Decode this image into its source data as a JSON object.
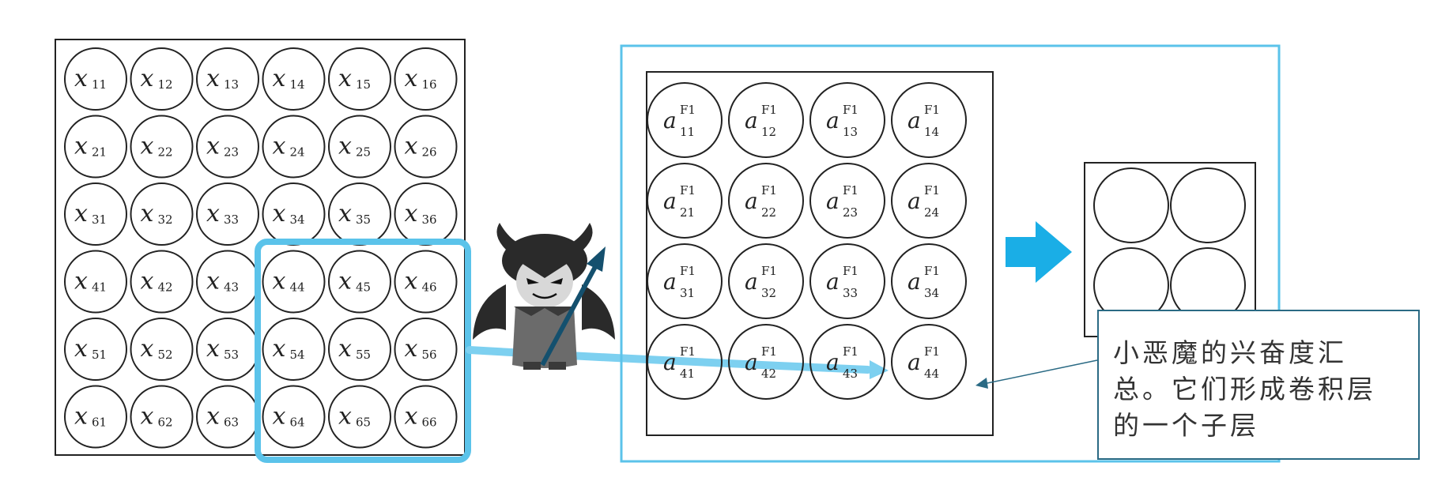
{
  "input_layer": {
    "variable": "x",
    "subscripts": [
      [
        "11",
        "12",
        "13",
        "14",
        "15",
        "16"
      ],
      [
        "21",
        "22",
        "23",
        "24",
        "25",
        "26"
      ],
      [
        "31",
        "32",
        "33",
        "34",
        "35",
        "36"
      ],
      [
        "41",
        "42",
        "43",
        "44",
        "45",
        "46"
      ],
      [
        "51",
        "52",
        "53",
        "54",
        "55",
        "56"
      ],
      [
        "61",
        "62",
        "63",
        "64",
        "65",
        "66"
      ]
    ]
  },
  "feature_map": {
    "variable": "a",
    "superscript": "F1",
    "subscripts": [
      [
        "11",
        "12",
        "13",
        "14"
      ],
      [
        "21",
        "22",
        "23",
        "24"
      ],
      [
        "31",
        "32",
        "33",
        "34"
      ],
      [
        "41",
        "42",
        "43",
        "44"
      ]
    ]
  },
  "pooling_layer": {
    "rows": 2,
    "cols": 2
  },
  "annotation": {
    "lines": [
      "小恶魔的兴奋度汇",
      "总。它们形成卷积层",
      "的一个子层"
    ]
  },
  "colors": {
    "highlight": "#5bc3ea",
    "frame": "#5bc3ea",
    "arrow": "#1aaee6",
    "callout_border": "#2a6a84",
    "devil_arrow": "#14506e"
  }
}
